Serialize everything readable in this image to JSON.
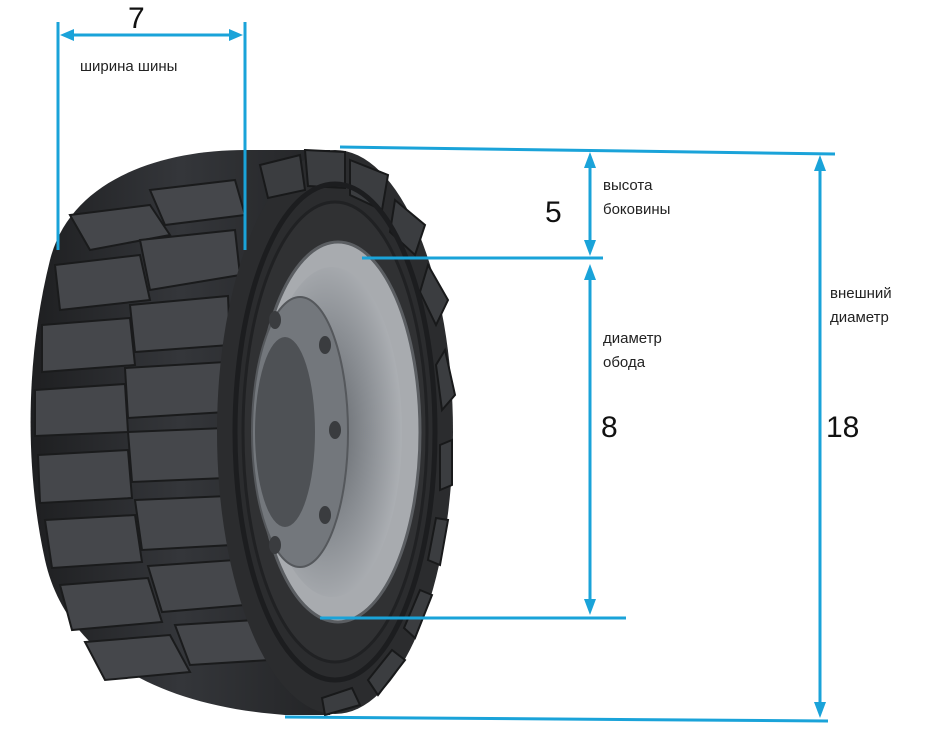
{
  "colors": {
    "dimension_line": "#1aa3d9",
    "tire_dark": "#2a2b2d",
    "tire_mid": "#3a3b3e",
    "tread_block": "#44464a",
    "rim_outer": "#9a9ea3",
    "rim_inner": "#6d7176",
    "label_text": "#111111"
  },
  "dimensions": {
    "width": {
      "value": "7",
      "label": "ширина шины"
    },
    "sidewall": {
      "value": "5",
      "label_line1": "высота",
      "label_line2": "боковины"
    },
    "rim": {
      "value": "8",
      "label_line1": "диаметр",
      "label_line2": "обода"
    },
    "outer": {
      "value": "18",
      "label_line1": "внешний",
      "label_line2": "диаметр"
    }
  }
}
